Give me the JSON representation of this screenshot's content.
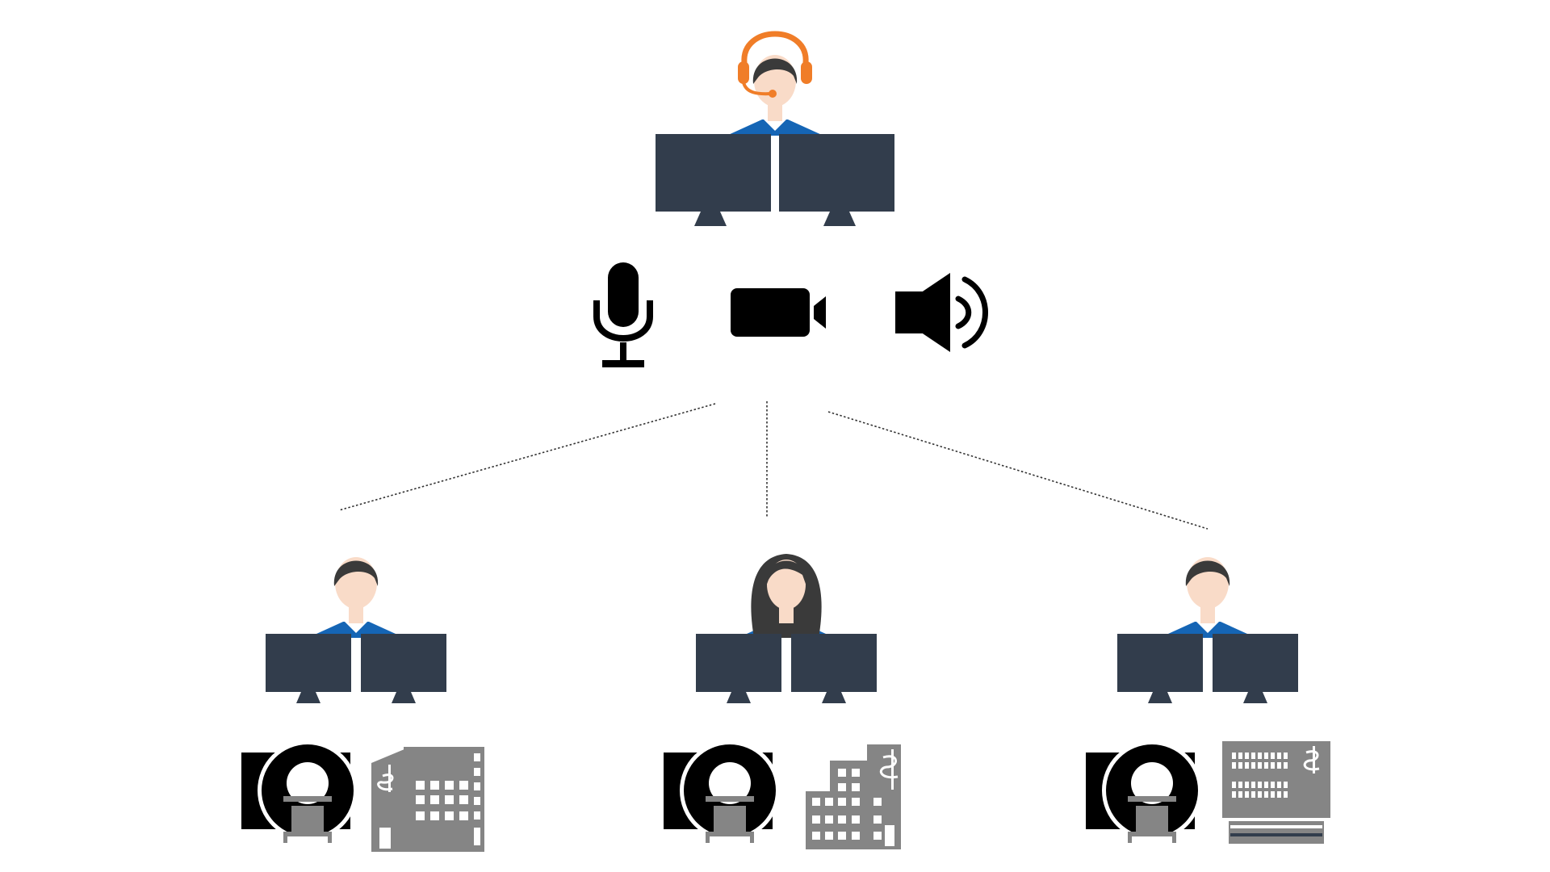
{
  "diagram": {
    "hub": {
      "role": "remote-operator",
      "icon": "headset-operator-icon"
    },
    "media_controls": [
      {
        "name": "microphone-icon"
      },
      {
        "name": "video-camera-icon"
      },
      {
        "name": "speaker-icon"
      }
    ],
    "sites": [
      {
        "operator": "male-operator-icon",
        "scanner": "mri-scanner-icon",
        "facility": "hospital-building-icon"
      },
      {
        "operator": "female-operator-icon",
        "scanner": "mri-scanner-icon",
        "facility": "hospital-building-icon"
      },
      {
        "operator": "male-operator-icon",
        "scanner": "mri-scanner-icon",
        "facility": "medical-center-icon"
      }
    ],
    "connections": [
      {
        "from": "hub",
        "to": "site-1",
        "style": "dotted"
      },
      {
        "from": "hub",
        "to": "site-2",
        "style": "dotted"
      },
      {
        "from": "hub",
        "to": "site-3",
        "style": "dotted"
      }
    ],
    "colors": {
      "monitor": "#323d4c",
      "shirt": "#1565b5",
      "skin": "#f9dbc8",
      "hair": "#3a3a3a",
      "headset": "#f07d28",
      "equipment": "#858585",
      "media_icon": "#000000",
      "connector": "#333333"
    }
  }
}
